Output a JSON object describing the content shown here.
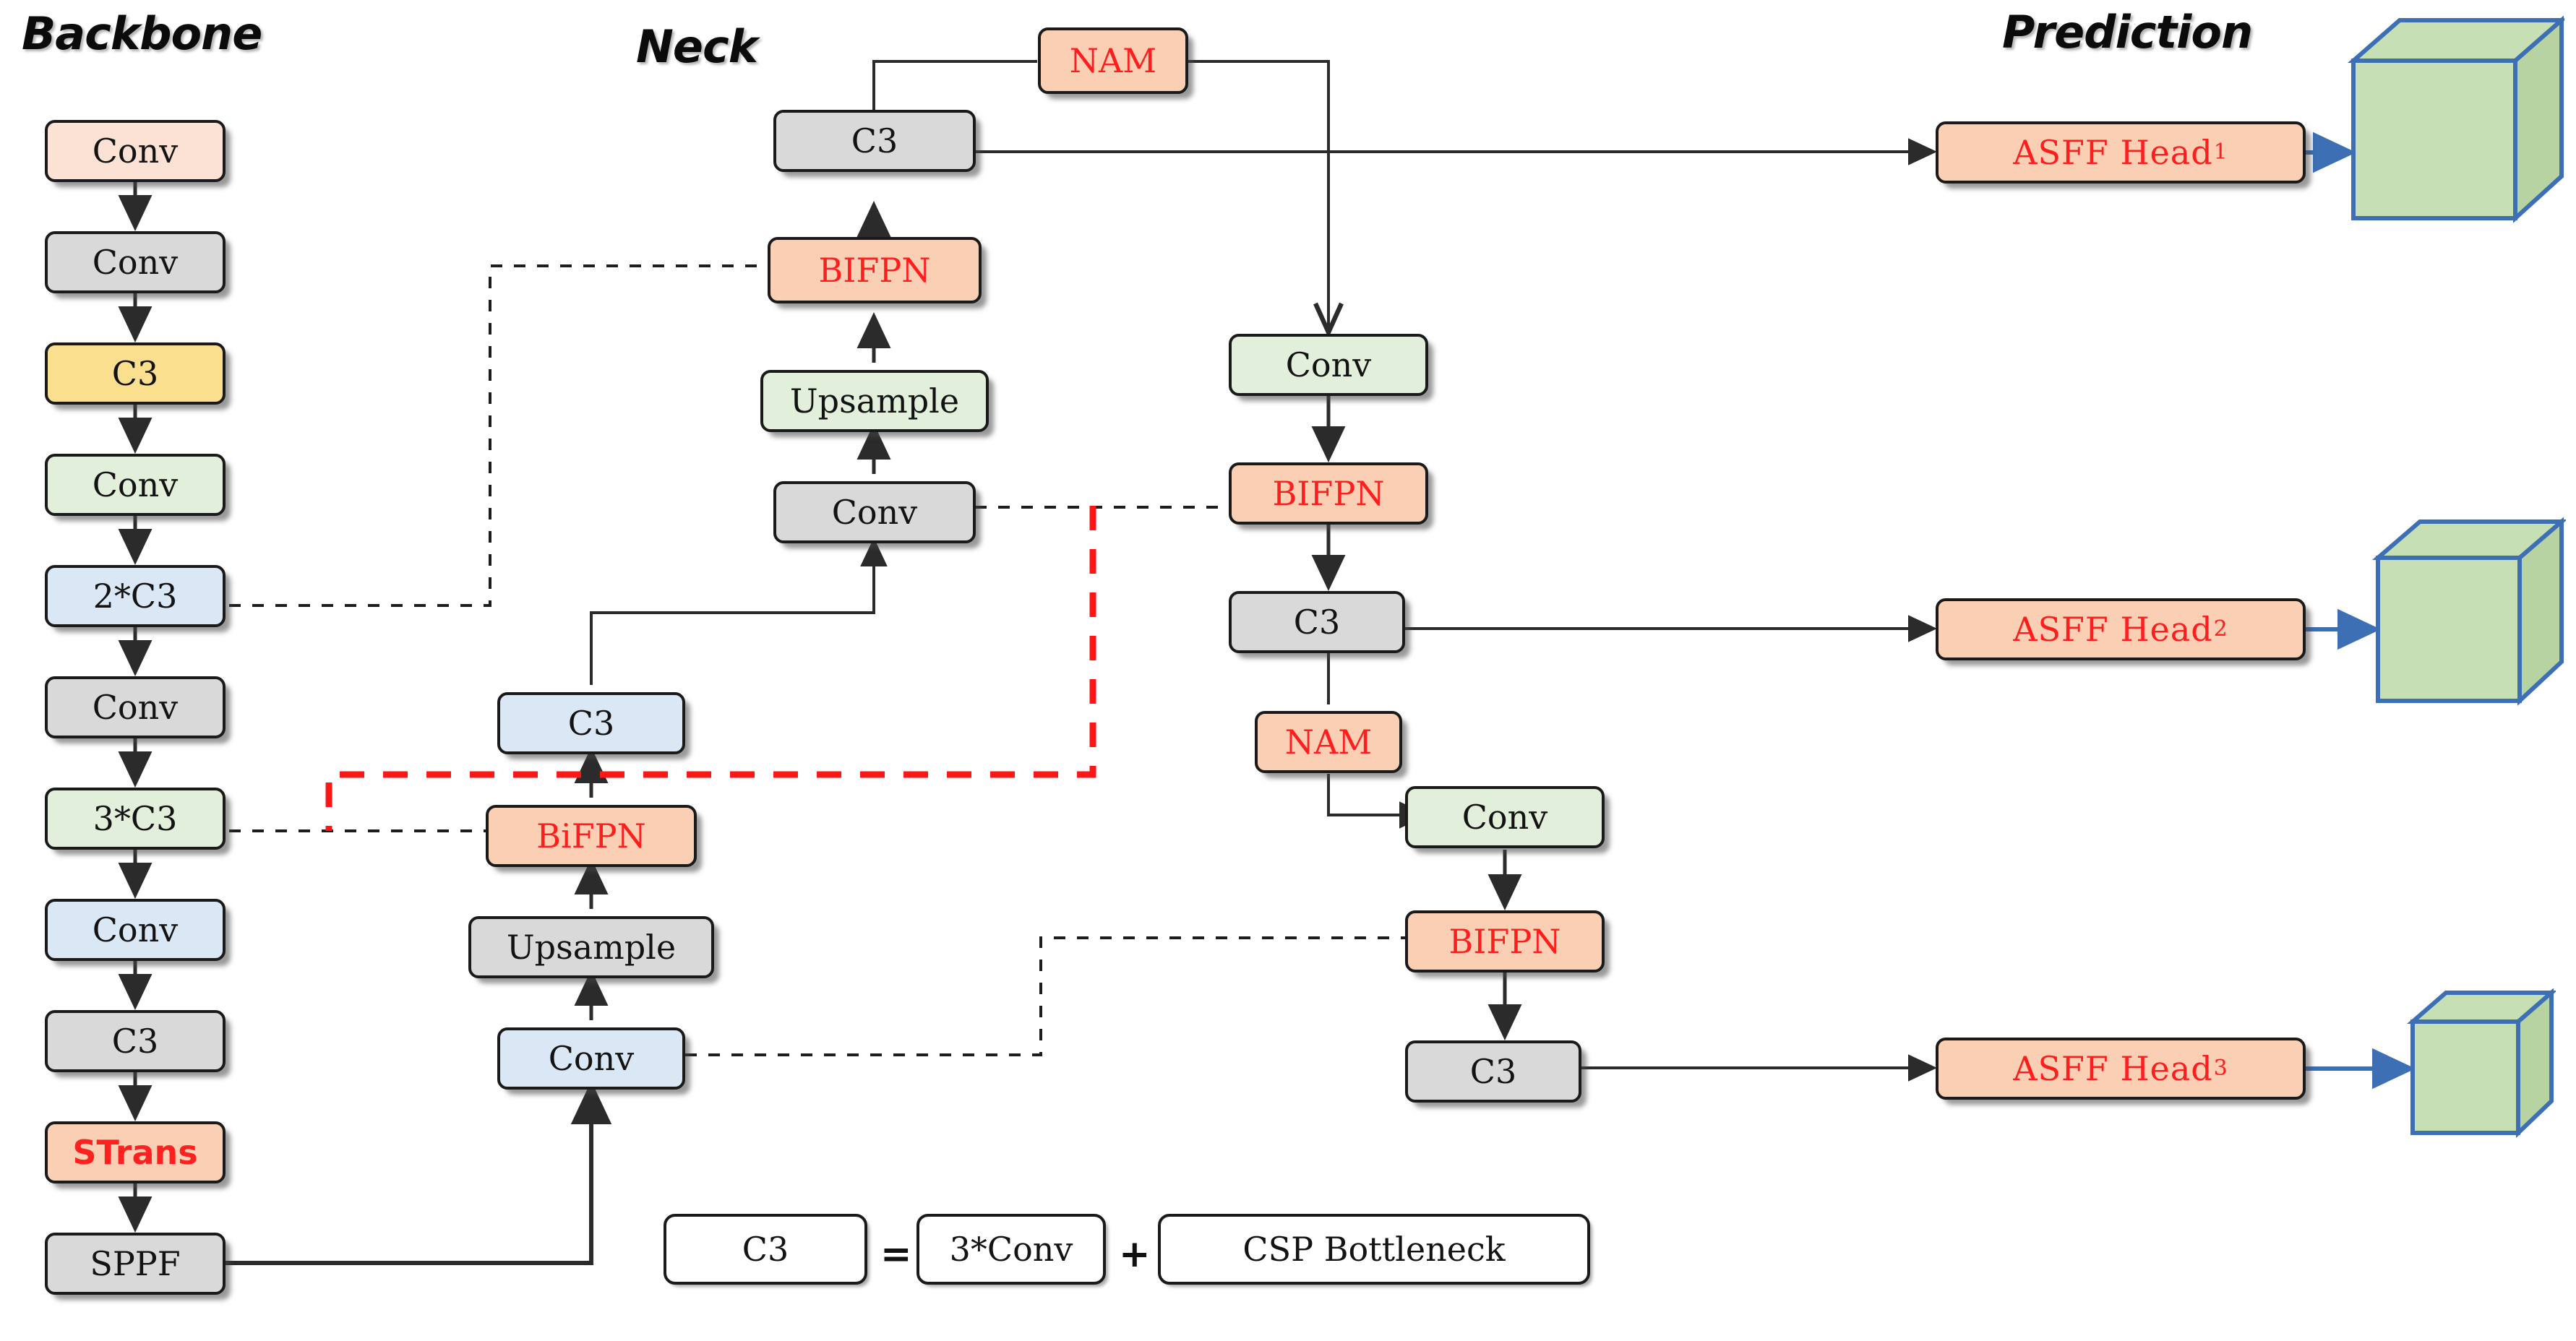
{
  "titles": {
    "backbone": "Backbone",
    "neck": "Neck",
    "prediction": "Prediction"
  },
  "colors": {
    "grey": "#d9d9d9",
    "peach_light": "#fbe2d5",
    "yellow": "#fadf8e",
    "green": "#e2efda",
    "blue": "#dae7f5",
    "orange": "#fbcfb3",
    "red_text": "#ff1d1d",
    "cube_face": "#c6dfb4",
    "cube_stroke": "#3d6fb5",
    "outline": "#1a1a1a",
    "red_dashed": "#ff1616"
  },
  "backbone": {
    "nodes": [
      {
        "label": "Conv",
        "fill": "#fbe2d5",
        "text": "#131313"
      },
      {
        "label": "Conv",
        "fill": "#d9d9d9",
        "text": "#131313"
      },
      {
        "label": "C3",
        "fill": "#fadf8e",
        "text": "#131313"
      },
      {
        "label": "Conv",
        "fill": "#e2efda",
        "text": "#131313"
      },
      {
        "label": "2*C3",
        "fill": "#dae7f5",
        "text": "#131313"
      },
      {
        "label": "Conv",
        "fill": "#d9d9d9",
        "text": "#131313"
      },
      {
        "label": "3*C3",
        "fill": "#e2efda",
        "text": "#131313"
      },
      {
        "label": "Conv",
        "fill": "#dae7f5",
        "text": "#131313"
      },
      {
        "label": "C3",
        "fill": "#d9d9d9",
        "text": "#131313"
      },
      {
        "label": "STrans",
        "fill": "#fbcfb3",
        "text": "#ff1d1d"
      },
      {
        "label": "SPPF",
        "fill": "#d9d9d9",
        "text": "#131313"
      }
    ]
  },
  "neck": {
    "column_a": [
      {
        "label": "Conv",
        "fill": "#dae7f5",
        "text": "#131313"
      },
      {
        "label": "Upsample",
        "fill": "#d9d9d9",
        "text": "#131313"
      },
      {
        "label": "BiFPN",
        "fill": "#fbcfb3",
        "text": "#ff1d1d"
      },
      {
        "label": "C3",
        "fill": "#dae7f5",
        "text": "#131313"
      }
    ],
    "column_b": [
      {
        "label": "Conv",
        "fill": "#d9d9d9",
        "text": "#131313"
      },
      {
        "label": "Upsample",
        "fill": "#e2efda",
        "text": "#131313"
      },
      {
        "label": "BIFPN",
        "fill": "#fbcfb3",
        "text": "#ff1d1d"
      },
      {
        "label": "C3",
        "fill": "#d9d9d9",
        "text": "#131313"
      }
    ],
    "column_c": [
      {
        "label": "NAM",
        "fill": "#fbcfb3",
        "text": "#ff1d1d"
      },
      {
        "label": "Conv",
        "fill": "#e2efda",
        "text": "#131313"
      },
      {
        "label": "BIFPN",
        "fill": "#fbcfb3",
        "text": "#ff1d1d"
      },
      {
        "label": "C3",
        "fill": "#d9d9d9",
        "text": "#131313"
      },
      {
        "label": "NAM",
        "fill": "#fbcfb3",
        "text": "#ff1d1d"
      },
      {
        "label": "Conv",
        "fill": "#e2efda",
        "text": "#131313"
      },
      {
        "label": "BIFPN",
        "fill": "#fbcfb3",
        "text": "#ff1d1d"
      },
      {
        "label": "C3",
        "fill": "#d9d9d9",
        "text": "#131313"
      }
    ]
  },
  "prediction": {
    "heads": [
      {
        "label": "ASFF Head",
        "index": "1"
      },
      {
        "label": "ASFF Head",
        "index": "2"
      },
      {
        "label": "ASFF Head",
        "index": "3"
      }
    ]
  },
  "legend": {
    "c3": "C3",
    "equals": "=",
    "conv3": "3*Conv",
    "plus": "+",
    "csp": "CSP Bottleneck"
  }
}
